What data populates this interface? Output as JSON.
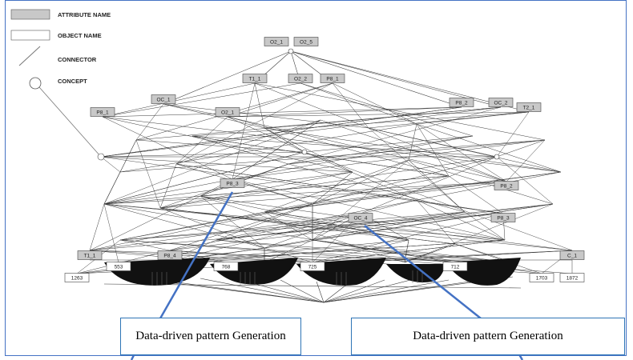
{
  "legend": {
    "attribute_name": "ATTRIBUTE NAME",
    "object_name": "OBJECT NAME",
    "connector": "CONNECTOR",
    "concept": "CONCEPT"
  },
  "colors": {
    "attribute_fill": "#c8c8c8",
    "object_fill": "#ffffff",
    "connector": "#3a3a3a",
    "callout_arrow": "#4472c4"
  },
  "nodes": {
    "top": [
      "O2_1",
      "O2_5"
    ],
    "upper": [
      "OC_1",
      "T1_1",
      "O2_2",
      "P8_1"
    ],
    "left": [
      "P8_1",
      "O2_1"
    ],
    "right": [
      "P8_2",
      "OC_2",
      "T2_1"
    ],
    "middle": [
      "P8_3",
      "P8_2",
      "OC_4",
      "P8_3"
    ],
    "bottom_attrs": [
      "T1_1",
      "P8_4",
      "C_1"
    ],
    "bottom_objects": [
      "553",
      "768",
      "725",
      "712",
      "1263",
      "1703",
      "1872"
    ]
  },
  "callouts": {
    "left": "Data-driven pattern Generation",
    "right": "Data-driven pattern Generation"
  }
}
